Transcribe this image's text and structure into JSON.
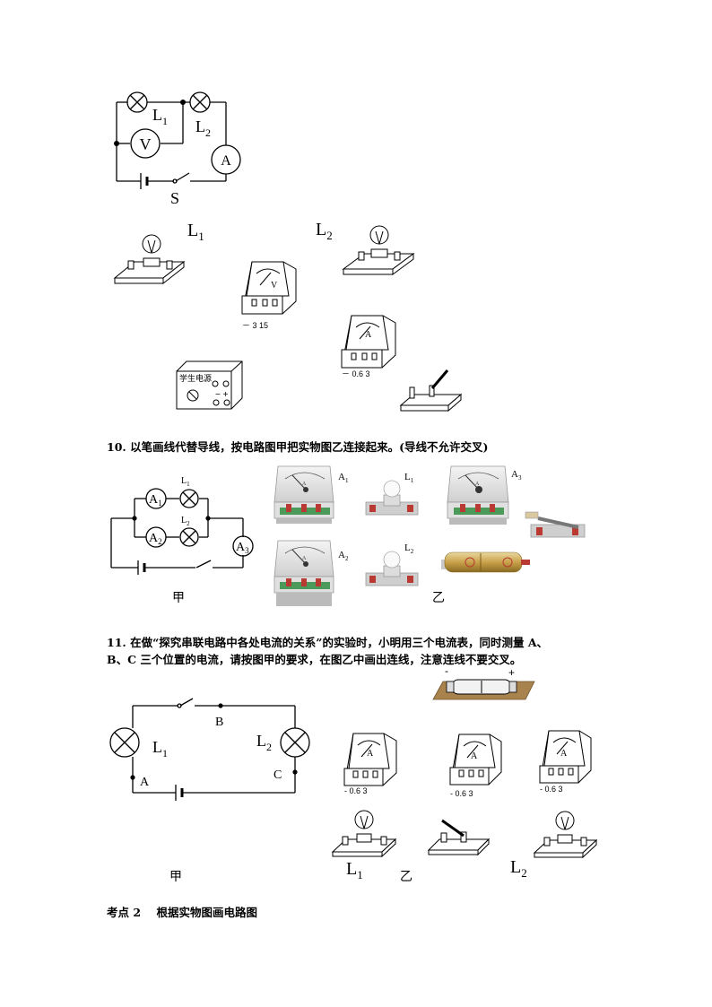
{
  "fig9": {
    "circuit": {
      "l1": "L",
      "l1_sub": "1",
      "l2": "L",
      "l2_sub": "2",
      "v": "V",
      "a": "A",
      "s": "S"
    },
    "objects": {
      "l1": "L",
      "l1_sub": "1",
      "l2": "L",
      "l2_sub": "2",
      "v_letter": "V",
      "v_scale": "－ 3  15",
      "a_letter": "A",
      "a_scale": "－ 0.6  3",
      "supply_label": "学生电源"
    }
  },
  "q10": {
    "text": "10. 以笔画线代替导线，按电路图甲把实物图乙连接起来。(导线不允许交叉)",
    "circuit": {
      "a1": "A",
      "a1_sub": "1",
      "a2": "A",
      "a2_sub": "2",
      "a3": "A",
      "a3_sub": "3",
      "l1": "L",
      "l1_sub": "1",
      "l2": "L",
      "l2_sub": "2",
      "caption": "甲"
    },
    "photos": {
      "a1": "A",
      "a1_sub": "1",
      "a2": "A",
      "a2_sub": "2",
      "a3": "A",
      "a3_sub": "3",
      "l1": "L",
      "l1_sub": "1",
      "l2": "L",
      "l2_sub": "2",
      "caption": "乙",
      "meter_letter": "A"
    }
  },
  "q11": {
    "text_line1": "11. 在做“探究串联电路中各处电流的关系”的实验时，小明用三个电流表，同时测量 A、",
    "text_line2": "B、C 三个位置的电流，请按图甲的要求，在图乙中画出连线，注意连线不要交叉。",
    "circuit": {
      "b": "B",
      "a": "A",
      "c": "C",
      "l1": "L",
      "l1_sub": "1",
      "l2": "L",
      "l2_sub": "2",
      "caption": "甲"
    },
    "objects": {
      "minus": "-",
      "plus": "+",
      "a_letter": "A",
      "scale": "- 0.6  3",
      "l1": "L",
      "l1_sub": "1",
      "l2": "L",
      "l2_sub": "2",
      "caption": "乙"
    }
  },
  "section": {
    "text": "考点 2    根据实物图画电路图"
  }
}
